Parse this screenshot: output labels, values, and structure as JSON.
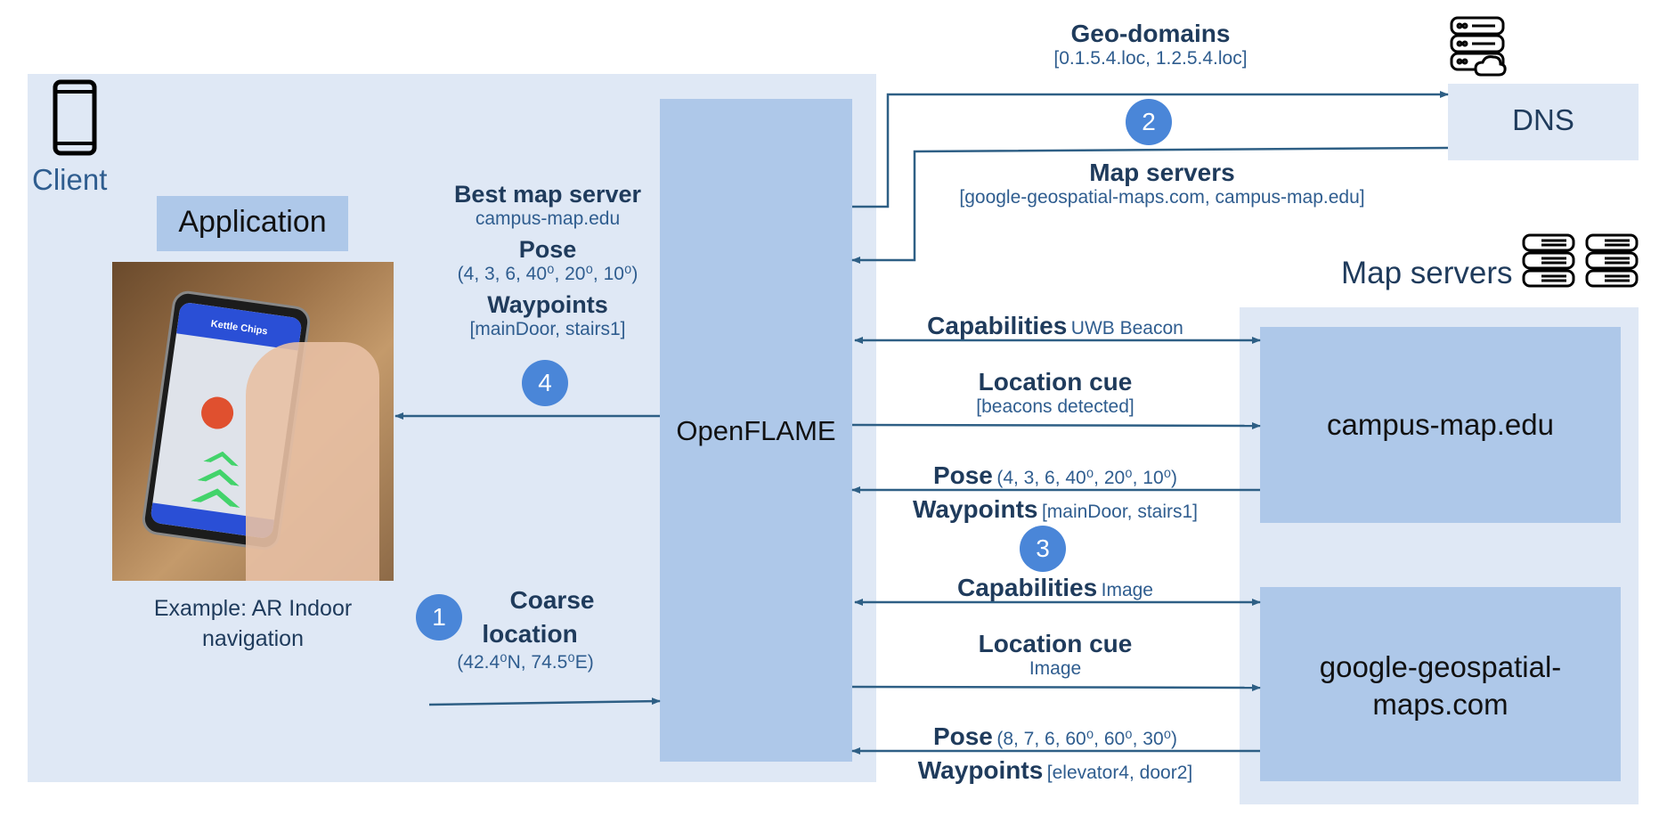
{
  "client": {
    "label": "Client"
  },
  "application": {
    "label": "Application",
    "caption_line1": "Example: AR Indoor",
    "caption_line2": "navigation",
    "phone_screen_title": "Kettle Chips"
  },
  "openflame": {
    "label": "OpenFLAME"
  },
  "dns": {
    "label": "DNS"
  },
  "map_servers": {
    "label": "Map servers"
  },
  "campus": {
    "label": "campus-map.edu"
  },
  "google": {
    "label_line1": "google-geospatial-",
    "label_line2": "maps.com"
  },
  "geo_domains": {
    "title": "Geo-domains",
    "value": "[0.1.5.4.loc, 1.2.5.4.loc]"
  },
  "map_servers_list": {
    "title": "Map servers",
    "value": "[google-geospatial-maps.com, campus-map.edu]"
  },
  "best": {
    "title": "Best map server",
    "server": "campus-map.edu",
    "pose_title": "Pose",
    "pose_value": "(4, 3, 6, 40⁰, 20⁰, 10⁰)",
    "waypoints_title": "Waypoints",
    "waypoints_value": "[mainDoor, stairs1]"
  },
  "coarse": {
    "title_line1": "Coarse",
    "title_line2": "location",
    "value": "(42.4⁰N, 74.5⁰E)"
  },
  "campus_exchange": {
    "cap_title": "Capabilities",
    "cap_value": "UWB Beacon",
    "cue_title": "Location cue",
    "cue_value": "[beacons detected]",
    "pose_title": "Pose",
    "pose_value": "(4, 3, 6, 40⁰, 20⁰, 10⁰)",
    "wp_title": "Waypoints",
    "wp_value": "[mainDoor, stairs1]"
  },
  "google_exchange": {
    "cap_title": "Capabilities",
    "cap_value": "Image",
    "cue_title": "Location cue",
    "cue_value": "Image",
    "pose_title": "Pose",
    "pose_value": "(8, 7, 6, 60⁰, 60⁰, 30⁰)",
    "wp_title": "Waypoints",
    "wp_value": "[elevator4, door2]"
  },
  "steps": {
    "s1": "1",
    "s2": "2",
    "s3": "3",
    "s4": "4"
  },
  "icons": {
    "phone": "phone-icon",
    "server_cloud": "server-cloud-icon",
    "server": "server-icon"
  },
  "colors": {
    "client_bg": "#dfe8f5",
    "box_bg": "#aec8e9",
    "arrow": "#2e5f85",
    "step": "#4a86d8",
    "text": "#1f3b5c"
  }
}
